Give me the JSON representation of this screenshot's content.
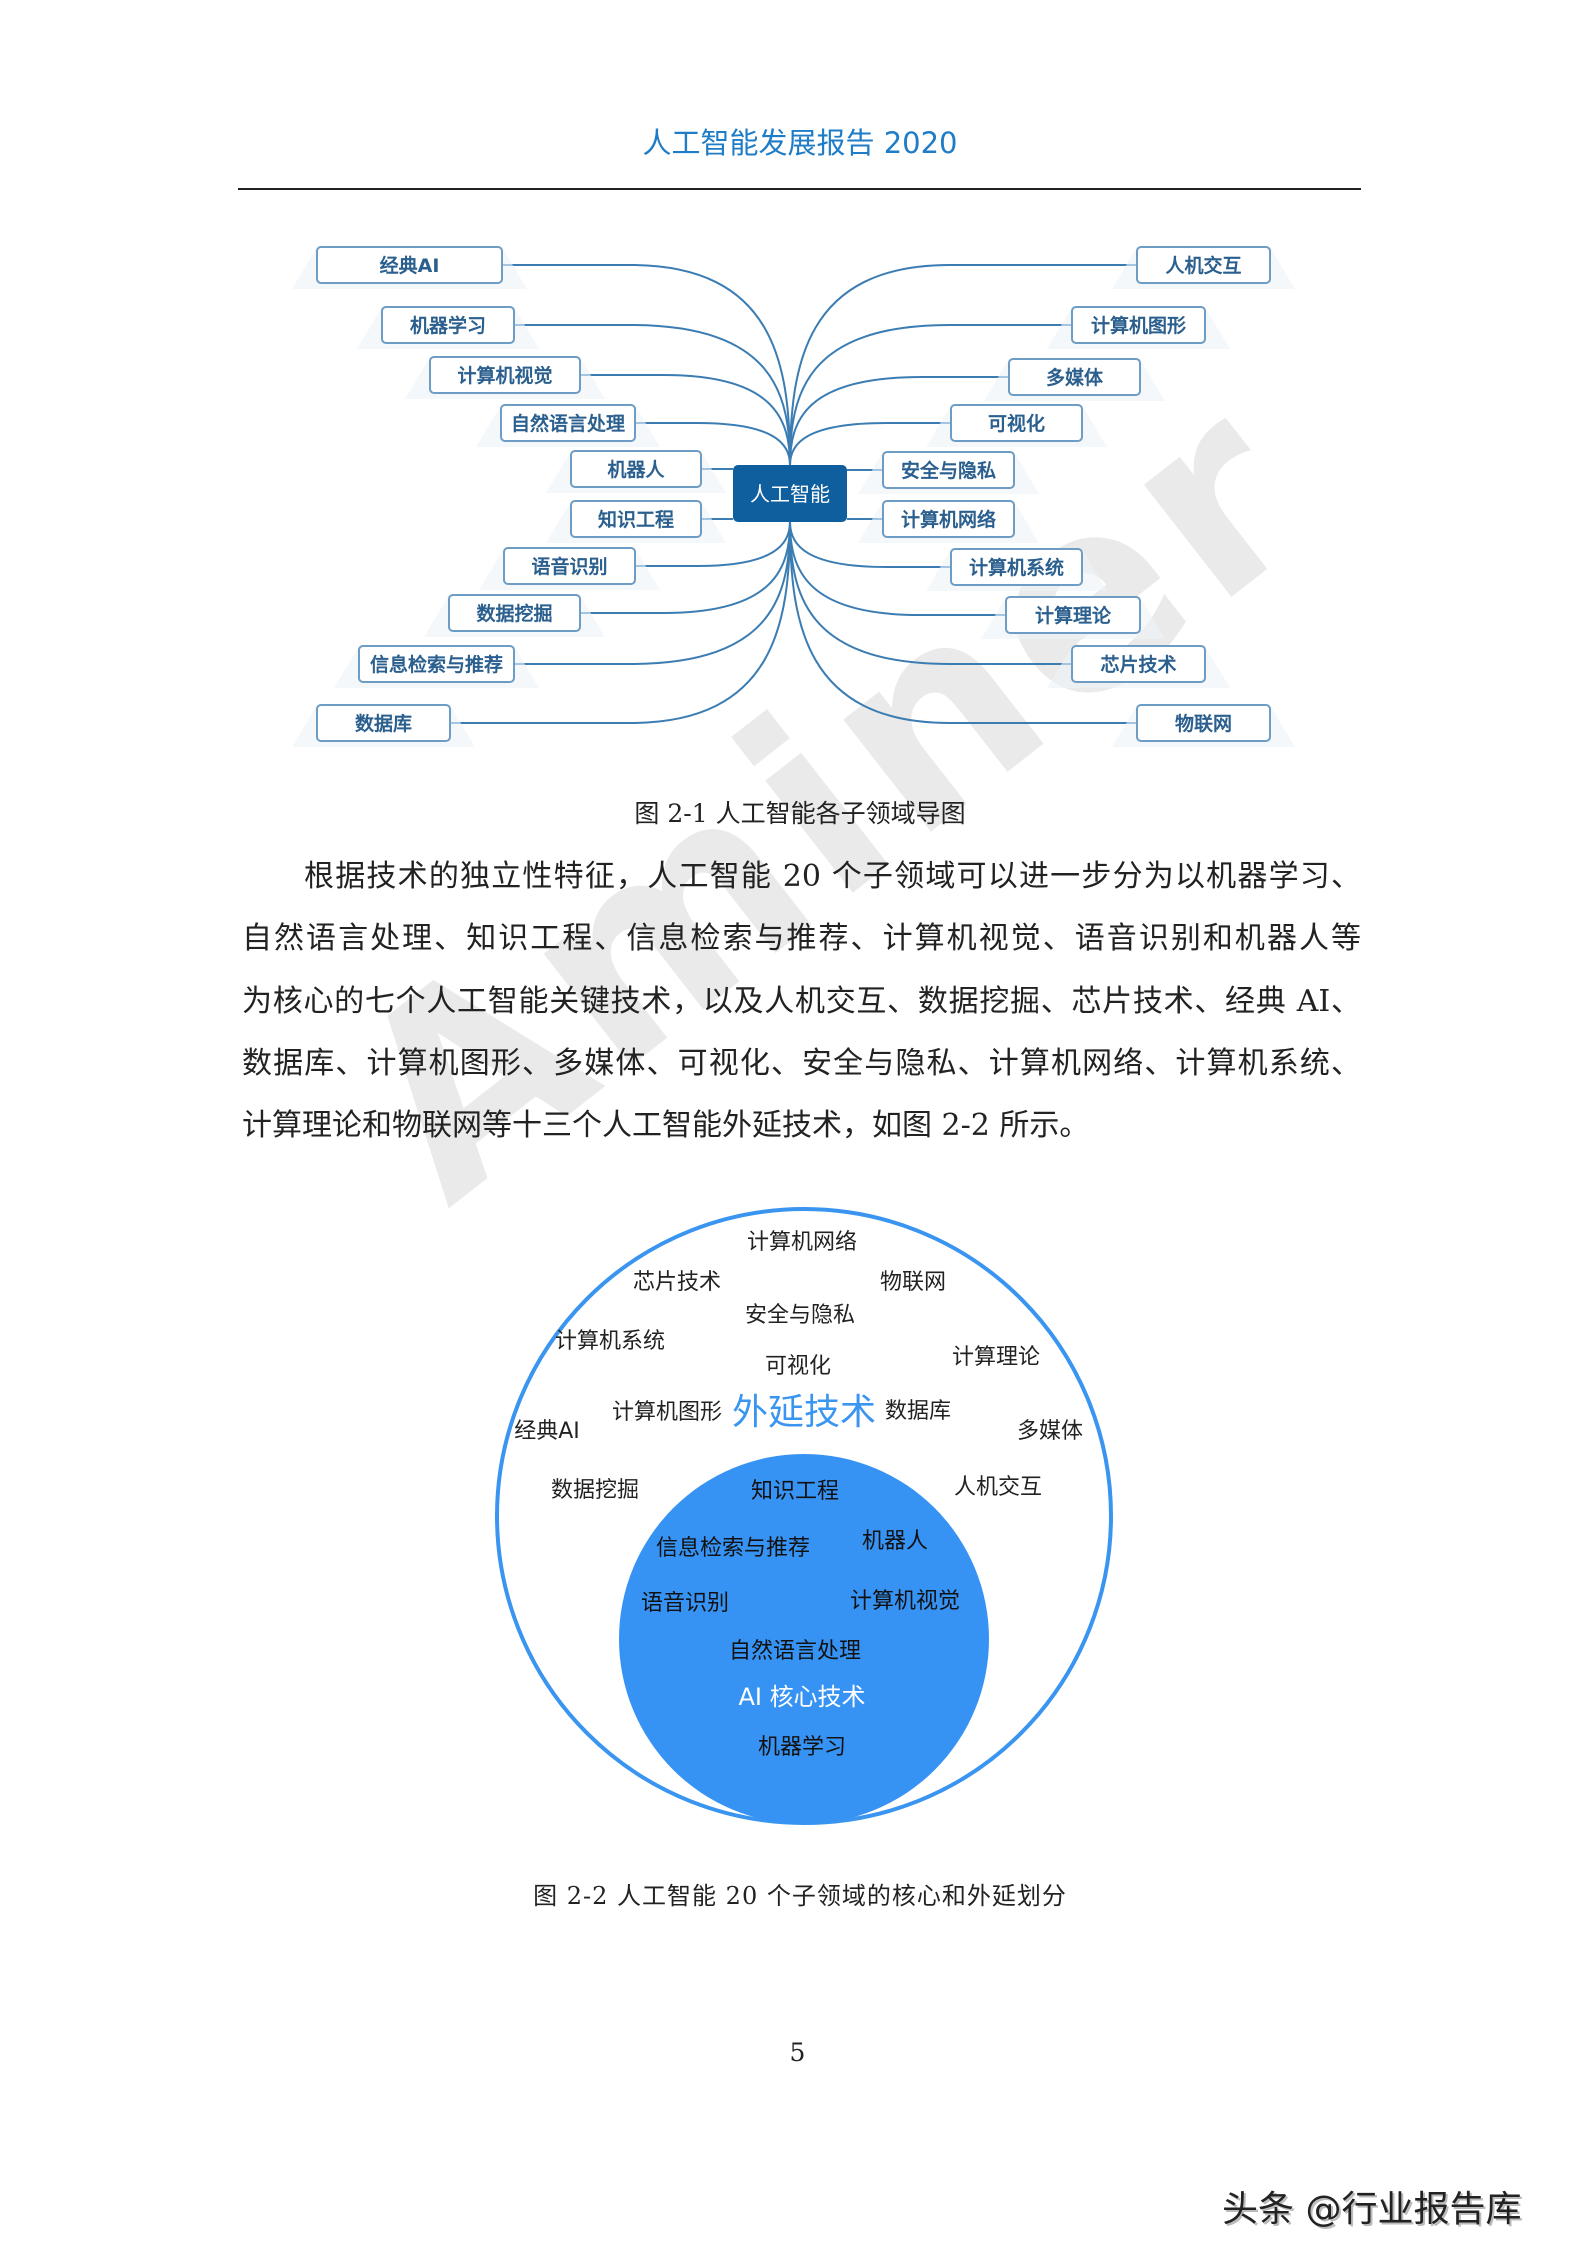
{
  "header": {
    "title": "人工智能发展报告 2020"
  },
  "figure_1": {
    "center": "人工智能",
    "left": [
      "经典AI",
      "机器学习",
      "计算机视觉",
      "自然语言处理",
      "机器人",
      "知识工程",
      "语音识别",
      "数据挖掘",
      "信息检索与推荐",
      "数据库"
    ],
    "right": [
      "人机交互",
      "计算机图形",
      "多媒体",
      "可视化",
      "安全与隐私",
      "计算机网络",
      "计算机系统",
      "计算理论",
      "芯片技术",
      "物联网"
    ],
    "caption": "图 2-1  人工智能各子领域导图"
  },
  "paragraph": {
    "lines": [
      "根据技术的独立性特征，人工智能 20 个子领域可以进一步分为以机器学习、",
      "自然语言处理、知识工程、信息检索与推荐、计算机视觉、语音识别和机器人等",
      "为核心的七个人工智能关键技术，以及人机交互、数据挖掘、芯片技术、经典 AI、",
      "数据库、计算机图形、多媒体、可视化、安全与隐私、计算机网络、计算机系统、",
      "计算理论和物联网等十三个人工智能外延技术，如图  2-2 所示。"
    ]
  },
  "figure_2": {
    "outer_title": "外延技术",
    "inner_title": "AI 核心技术",
    "outer_items": [
      "计算机网络",
      "芯片技术",
      "物联网",
      "安全与隐私",
      "计算机系统",
      "可视化",
      "计算理论",
      "经典AI",
      "计算机图形",
      "数据库",
      "多媒体",
      "数据挖掘",
      "人机交互"
    ],
    "inner_items": [
      "知识工程",
      "信息检索与推荐",
      "机器人",
      "语音识别",
      "计算机视觉",
      "自然语言处理",
      "机器学习"
    ],
    "caption": "图  2-2  人工智能 20 个子领域的核心和外延划分",
    "colors": {
      "outer_ring": "#3a95f0",
      "inner_fill": "#3793f3",
      "outer_title": "#3a95f0"
    }
  },
  "page_number": "5",
  "watermark": "Aminer",
  "footer_mark": "头条 @行业报告库"
}
